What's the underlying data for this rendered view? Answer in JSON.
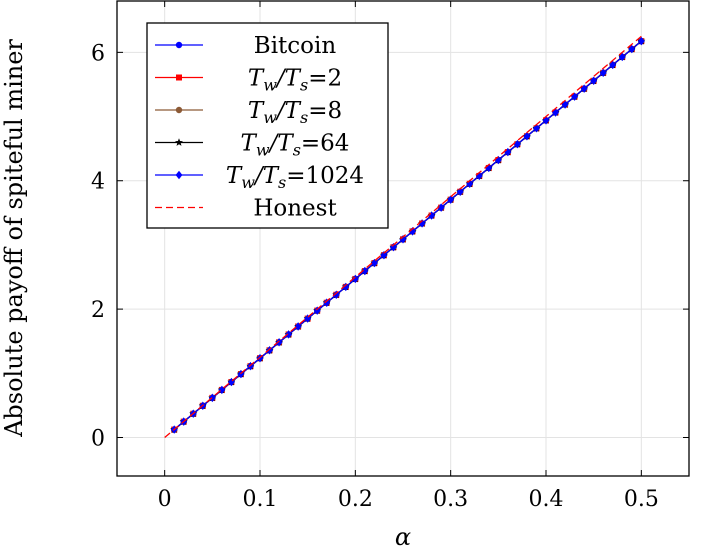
{
  "chart_data": {
    "type": "line",
    "title": "",
    "xlabel": "α",
    "ylabel": "Absolute payoff of spiteful miner",
    "xlim": [
      -0.05,
      0.55
    ],
    "ylim": [
      -0.6,
      6.8
    ],
    "xticks": [
      0,
      0.1,
      0.2,
      0.3,
      0.4,
      0.5
    ],
    "xtick_labels": [
      "0",
      "0.1",
      "0.2",
      "0.3",
      "0.4",
      "0.5"
    ],
    "yticks": [
      0,
      2,
      4,
      6
    ],
    "ytick_labels": [
      "0",
      "2",
      "4",
      "6"
    ],
    "grid": true,
    "legend_position": "top-left",
    "x": [
      0.01,
      0.02,
      0.03,
      0.04,
      0.05,
      0.06,
      0.07,
      0.08,
      0.09,
      0.1,
      0.11,
      0.12,
      0.13,
      0.14,
      0.15,
      0.16,
      0.17,
      0.18,
      0.19,
      0.2,
      0.21,
      0.22,
      0.23,
      0.24,
      0.25,
      0.26,
      0.27,
      0.28,
      0.29,
      0.3,
      0.31,
      0.32,
      0.33,
      0.34,
      0.35,
      0.36,
      0.37,
      0.38,
      0.39,
      0.4,
      0.41,
      0.42,
      0.43,
      0.44,
      0.45,
      0.46,
      0.47,
      0.48,
      0.49,
      0.5
    ],
    "series": [
      {
        "name": "Bitcoin",
        "color": "#0000ff",
        "marker": "circle",
        "dashed": false,
        "values": [
          0.123,
          0.247,
          0.37,
          0.494,
          0.617,
          0.741,
          0.864,
          0.988,
          1.111,
          1.235,
          1.358,
          1.482,
          1.605,
          1.729,
          1.852,
          1.976,
          2.099,
          2.223,
          2.346,
          2.47,
          2.593,
          2.717,
          2.84,
          2.964,
          3.087,
          3.211,
          3.334,
          3.458,
          3.581,
          3.705,
          3.828,
          3.952,
          4.075,
          4.199,
          4.322,
          4.446,
          4.569,
          4.693,
          4.816,
          4.94,
          5.063,
          5.187,
          5.31,
          5.434,
          5.557,
          5.681,
          5.804,
          5.928,
          6.051,
          6.175
        ]
      },
      {
        "name": "Tw/Ts=2",
        "label_prefix": "T",
        "label_sub1": "w",
        "label_mid": "/T",
        "label_sub2": "s",
        "label_suffix": "=2",
        "color": "#ff0000",
        "marker": "square",
        "dashed": false,
        "values": [
          0.123,
          0.247,
          0.37,
          0.494,
          0.617,
          0.741,
          0.864,
          0.988,
          1.111,
          1.235,
          1.358,
          1.482,
          1.605,
          1.729,
          1.852,
          1.976,
          2.099,
          2.223,
          2.346,
          2.47,
          2.593,
          2.717,
          2.84,
          2.964,
          3.087,
          3.211,
          3.334,
          3.458,
          3.581,
          3.705,
          3.828,
          3.952,
          4.075,
          4.199,
          4.322,
          4.446,
          4.569,
          4.693,
          4.816,
          4.94,
          5.063,
          5.187,
          5.31,
          5.434,
          5.557,
          5.681,
          5.804,
          5.928,
          6.051,
          6.175
        ]
      },
      {
        "name": "Tw/Ts=8",
        "label_prefix": "T",
        "label_sub1": "w",
        "label_mid": "/T",
        "label_sub2": "s",
        "label_suffix": "=8",
        "color": "#8c5a36",
        "marker": "circle",
        "dashed": false,
        "values": [
          0.123,
          0.247,
          0.37,
          0.494,
          0.617,
          0.741,
          0.864,
          0.988,
          1.111,
          1.235,
          1.358,
          1.482,
          1.605,
          1.729,
          1.852,
          1.976,
          2.099,
          2.223,
          2.346,
          2.47,
          2.593,
          2.717,
          2.84,
          2.964,
          3.087,
          3.211,
          3.334,
          3.458,
          3.581,
          3.705,
          3.828,
          3.952,
          4.075,
          4.199,
          4.322,
          4.446,
          4.569,
          4.693,
          4.816,
          4.94,
          5.063,
          5.187,
          5.31,
          5.434,
          5.557,
          5.681,
          5.804,
          5.928,
          6.051,
          6.175
        ]
      },
      {
        "name": "Tw/Ts=64",
        "label_prefix": "T",
        "label_sub1": "w",
        "label_mid": "/T",
        "label_sub2": "s",
        "label_suffix": "=64",
        "color": "#000000",
        "marker": "star",
        "dashed": false,
        "values": [
          0.123,
          0.247,
          0.37,
          0.494,
          0.617,
          0.741,
          0.864,
          0.988,
          1.111,
          1.235,
          1.358,
          1.482,
          1.605,
          1.729,
          1.852,
          1.976,
          2.099,
          2.223,
          2.346,
          2.47,
          2.593,
          2.717,
          2.84,
          2.964,
          3.087,
          3.211,
          3.334,
          3.458,
          3.581,
          3.705,
          3.828,
          3.952,
          4.075,
          4.199,
          4.322,
          4.446,
          4.569,
          4.693,
          4.816,
          4.94,
          5.063,
          5.187,
          5.31,
          5.434,
          5.557,
          5.681,
          5.804,
          5.928,
          6.051,
          6.175
        ]
      },
      {
        "name": "Tw/Ts=1024",
        "label_prefix": "T",
        "label_sub1": "w",
        "label_mid": "/T",
        "label_sub2": "s",
        "label_suffix": "=1024",
        "color": "#0000ff",
        "marker": "diamond",
        "dashed": false,
        "values": [
          0.123,
          0.247,
          0.37,
          0.494,
          0.617,
          0.741,
          0.864,
          0.988,
          1.111,
          1.235,
          1.358,
          1.482,
          1.605,
          1.729,
          1.852,
          1.976,
          2.099,
          2.223,
          2.346,
          2.47,
          2.593,
          2.717,
          2.84,
          2.964,
          3.087,
          3.211,
          3.334,
          3.458,
          3.581,
          3.705,
          3.828,
          3.952,
          4.075,
          4.199,
          4.322,
          4.446,
          4.569,
          4.693,
          4.816,
          4.94,
          5.063,
          5.187,
          5.31,
          5.434,
          5.557,
          5.681,
          5.804,
          5.928,
          6.051,
          6.175
        ]
      },
      {
        "name": "Honest",
        "color": "#ff0000",
        "marker": "none",
        "dashed": true,
        "x": [
          0,
          0.5
        ],
        "values": [
          0,
          6.25
        ]
      }
    ]
  }
}
